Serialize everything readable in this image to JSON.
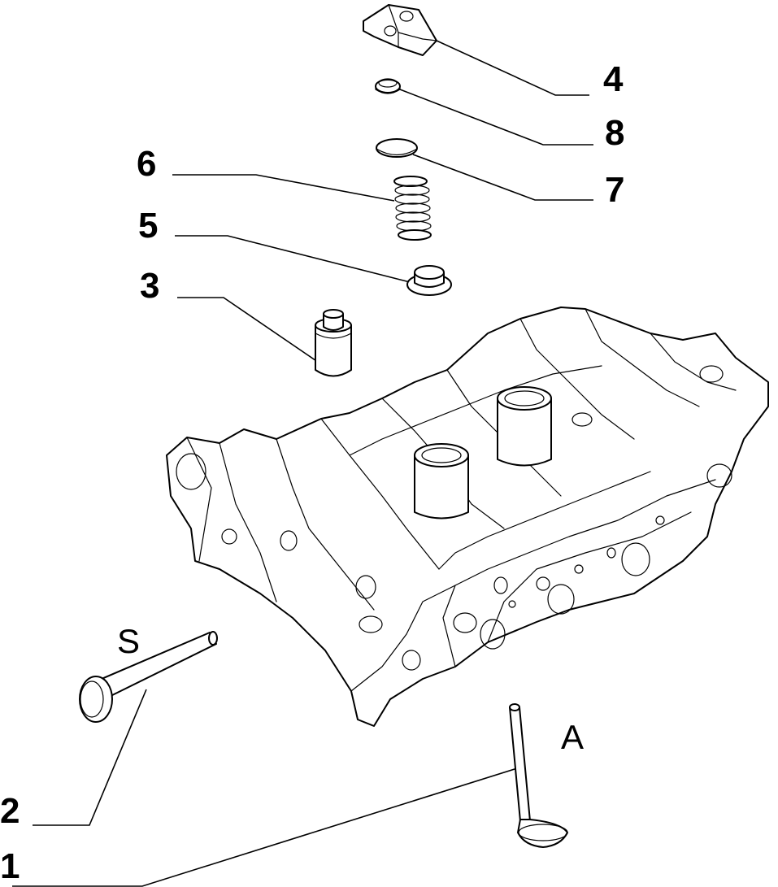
{
  "diagram": {
    "callouts": [
      {
        "id": "c4",
        "label": "4"
      },
      {
        "id": "c8",
        "label": "8"
      },
      {
        "id": "c7",
        "label": "7"
      },
      {
        "id": "c6",
        "label": "6"
      },
      {
        "id": "c5",
        "label": "5"
      },
      {
        "id": "c3",
        "label": "3"
      },
      {
        "id": "c2",
        "label": "2"
      },
      {
        "id": "c1",
        "label": "1"
      }
    ],
    "letters": {
      "exhaust": "S",
      "intake": "A"
    }
  }
}
